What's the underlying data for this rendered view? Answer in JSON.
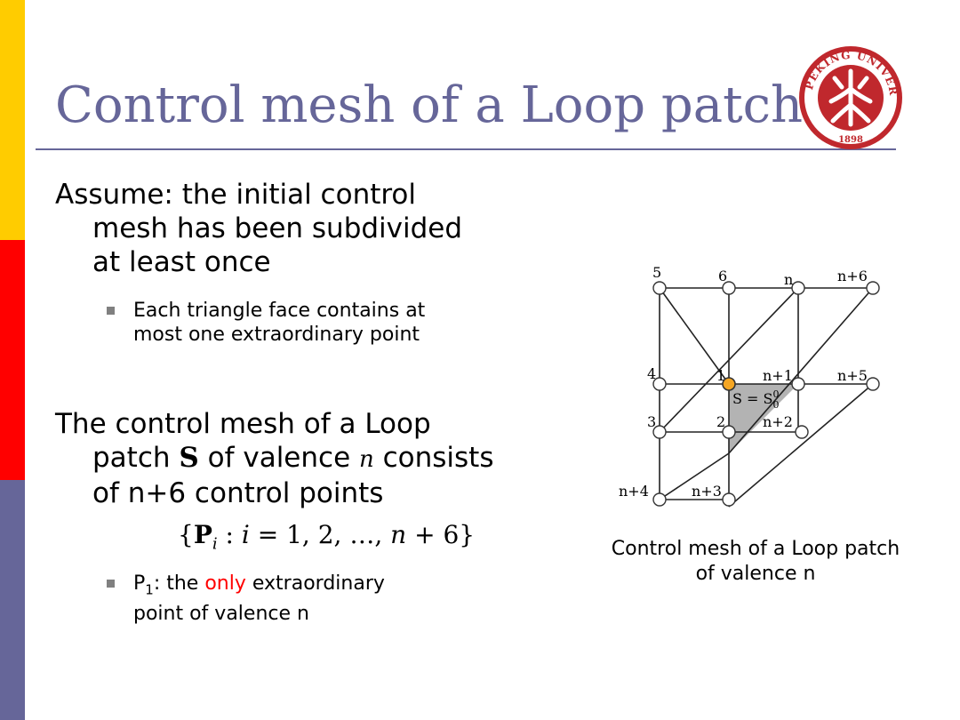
{
  "slide": {
    "title": "Control mesh of a Loop patch",
    "colors": {
      "title": "#666699",
      "bar_top": "#ffcc00",
      "bar_mid": "#ff0000",
      "bar_bottom": "#666699",
      "highlight": "#ff0000",
      "logo": "#c0282d"
    }
  },
  "logo": {
    "name": "peking-university-seal",
    "ring_text": "PEKING UNIVERSITY",
    "year": "1898"
  },
  "content": {
    "p1_line1": "Assume: the initial control",
    "p1_line2": "mesh has been subdivided",
    "p1_line3": "at least once",
    "b1_line1": "Each triangle face contains at",
    "b1_line2": "most one extraordinary point",
    "p2_line1": "The control mesh of a Loop",
    "p2_pre": "patch ",
    "p2_sym_s": "S",
    "p2_mid": " of valence ",
    "p2_sym_n": "n",
    "p2_post": " consists",
    "p2_line3": "of n+6 control points",
    "formula_open": "{",
    "formula_p": "P",
    "formula_sub": "i",
    "formula_mid": " : ",
    "formula_i": "i",
    "formula_eq": " = 1, 2, …, ",
    "formula_n": "n",
    "formula_tail": " + 6",
    "formula_close": "}",
    "b2_p": "P",
    "b2_sub": "1",
    "b2_pre": ": the ",
    "b2_highlight": "only",
    "b2_post": " extraordinary",
    "b2_line2": "point of valence n"
  },
  "diagram": {
    "labels": {
      "v5": "5",
      "v6": "6",
      "vn": "n",
      "vn6": "n+6",
      "v4": "4",
      "v1": "1",
      "vn1": "n+1",
      "vn5": "n+5",
      "v3": "3",
      "v2": "2",
      "vn2": "n+2",
      "vn4": "n+4",
      "vn3": "n+3",
      "patch": "S = S",
      "patch_sup": "0",
      "patch_sub": "0"
    },
    "caption_line1": "Control mesh of a Loop patch",
    "caption_line2": "of valence n"
  }
}
